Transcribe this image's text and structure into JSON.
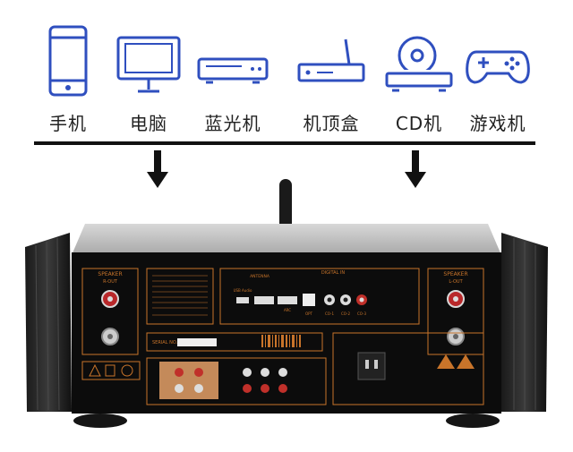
{
  "devices": [
    {
      "name": "手机",
      "icon": "smartphone-icon"
    },
    {
      "name": "电脑",
      "icon": "monitor-icon"
    },
    {
      "name": "蓝光机",
      "icon": "bluray-player-icon"
    },
    {
      "name": "机顶盒",
      "icon": "settop-box-icon"
    },
    {
      "name": "CD机",
      "icon": "cd-player-icon"
    },
    {
      "name": "游戏机",
      "icon": "gamepad-icon"
    }
  ],
  "colors": {
    "icon_blue": "#2f4fbf",
    "panel_black": "#0c0c0c",
    "panel_orange": "#c8742a"
  },
  "amplifier": {
    "speaker_right": "SPEAKER",
    "speaker_right_sub": "R-OUT",
    "speaker_left": "SPEAKER",
    "speaker_left_sub": "L-OUT",
    "antenna": "ANTENNA",
    "digital_in": "DIGITAL IN",
    "serial_label": "SERIAL NO.",
    "usb_label": "USB Audio",
    "hdmi_label": "ARC",
    "opt_label": "OPT",
    "coax1": "CO-1",
    "coax2": "CO-2",
    "coax3": "CO-3"
  }
}
